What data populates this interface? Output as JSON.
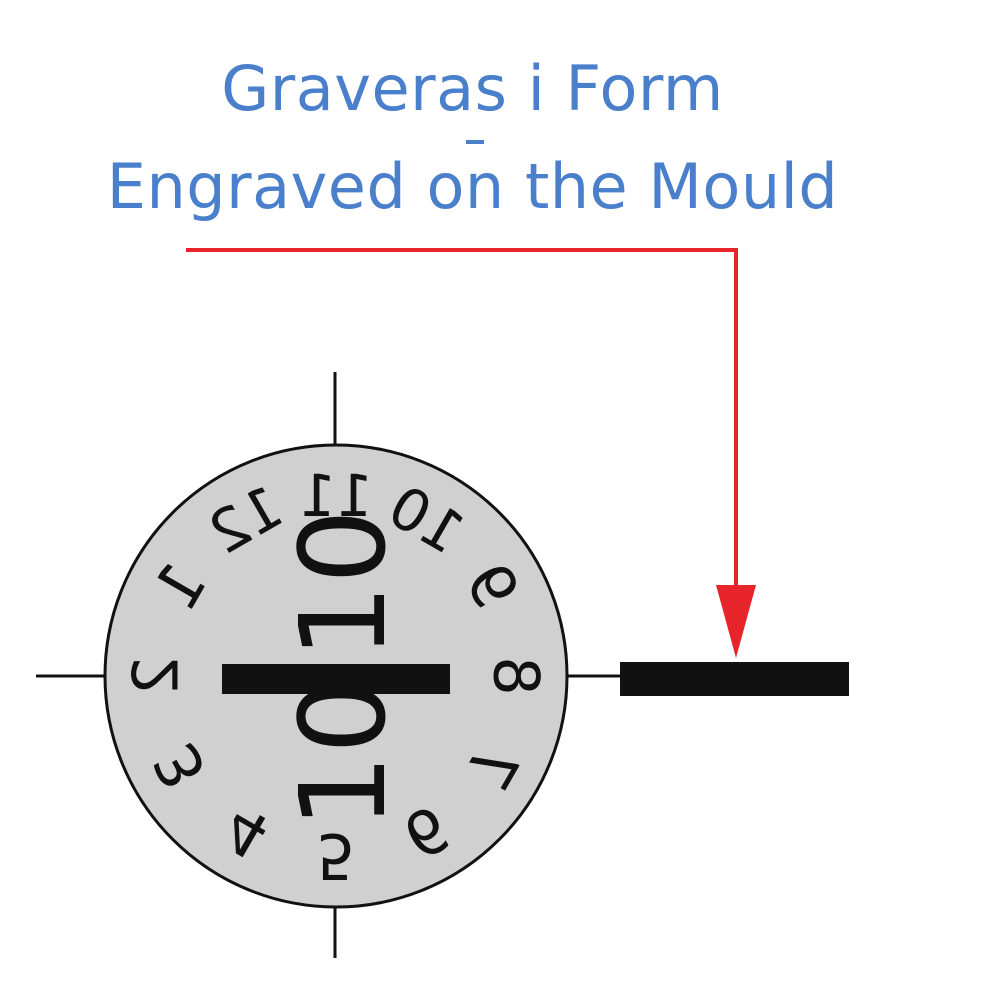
{
  "title": {
    "line1": "Graveras i Form",
    "line2": "Engraved on the Mould",
    "color": "#4a7fcc"
  },
  "colors": {
    "arrow": "#e8242b",
    "dial_fill": "#d0d0d0",
    "ink": "#111111"
  },
  "dial": {
    "center_year": [
      "10",
      "10"
    ],
    "months": [
      "1",
      "2",
      "3",
      "4",
      "5",
      "6",
      "7",
      "8",
      "9",
      "10",
      "11",
      "12"
    ]
  }
}
